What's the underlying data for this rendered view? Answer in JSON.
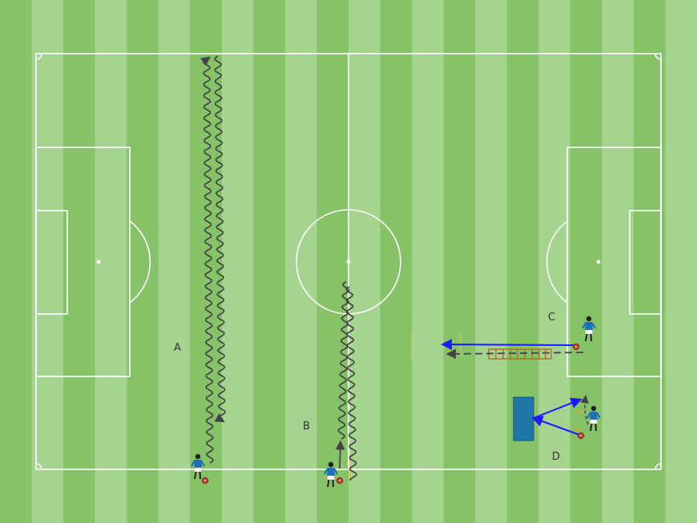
{
  "pitch": {
    "stripe_colors": [
      "#86c268",
      "#a5d390"
    ],
    "line_color": "#ffffff"
  },
  "zones": {
    "a": {
      "label": "A"
    },
    "b": {
      "label": "B"
    },
    "c": {
      "label": "C"
    },
    "d": {
      "label": "D"
    }
  },
  "colors": {
    "player_shirt": "#1e6fb8",
    "player_shorts": "#ffffff",
    "ball": "#c0392b",
    "dribble_path": "#444444",
    "pass_arrow": "#1a1aff",
    "ladder": "#b5651d",
    "pole": "#e0c060",
    "rebounder": "#1f78a8",
    "cone": "#e8a040"
  },
  "icons": {
    "player": "player-icon",
    "ball": "ball-icon",
    "ladder": "agility-ladder-icon",
    "rebounder": "rebounder-board-icon",
    "cone": "cone-icon",
    "pole": "pole-icon"
  }
}
